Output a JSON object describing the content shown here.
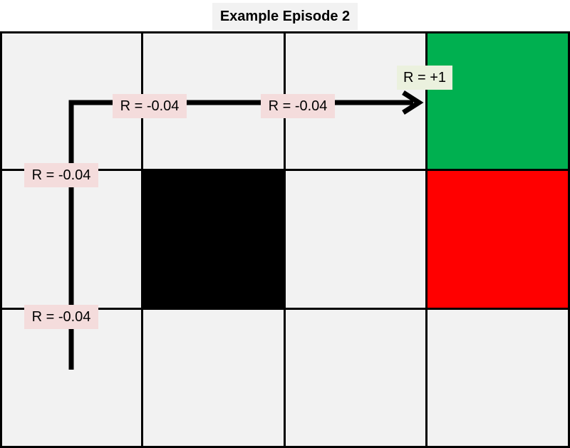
{
  "title": "Example Episode 2",
  "grid": {
    "rows": 3,
    "cols": 4,
    "cells": [
      [
        "empty",
        "empty",
        "empty",
        "goal"
      ],
      [
        "empty",
        "wall",
        "empty",
        "pit"
      ],
      [
        "empty",
        "empty",
        "empty",
        "empty"
      ]
    ]
  },
  "colors": {
    "cell": "#f2f2f2",
    "wall": "#000000",
    "goal": "#00b050",
    "pit": "#ff0000",
    "step_label_bg": "#f4dcdc",
    "goal_label_bg": "#ebf1de"
  },
  "rewards": {
    "step_1": "R = -0.04",
    "step_2": "R = -0.04",
    "step_3": "R = -0.04",
    "step_4": "R = -0.04",
    "terminal": "R = +1"
  }
}
